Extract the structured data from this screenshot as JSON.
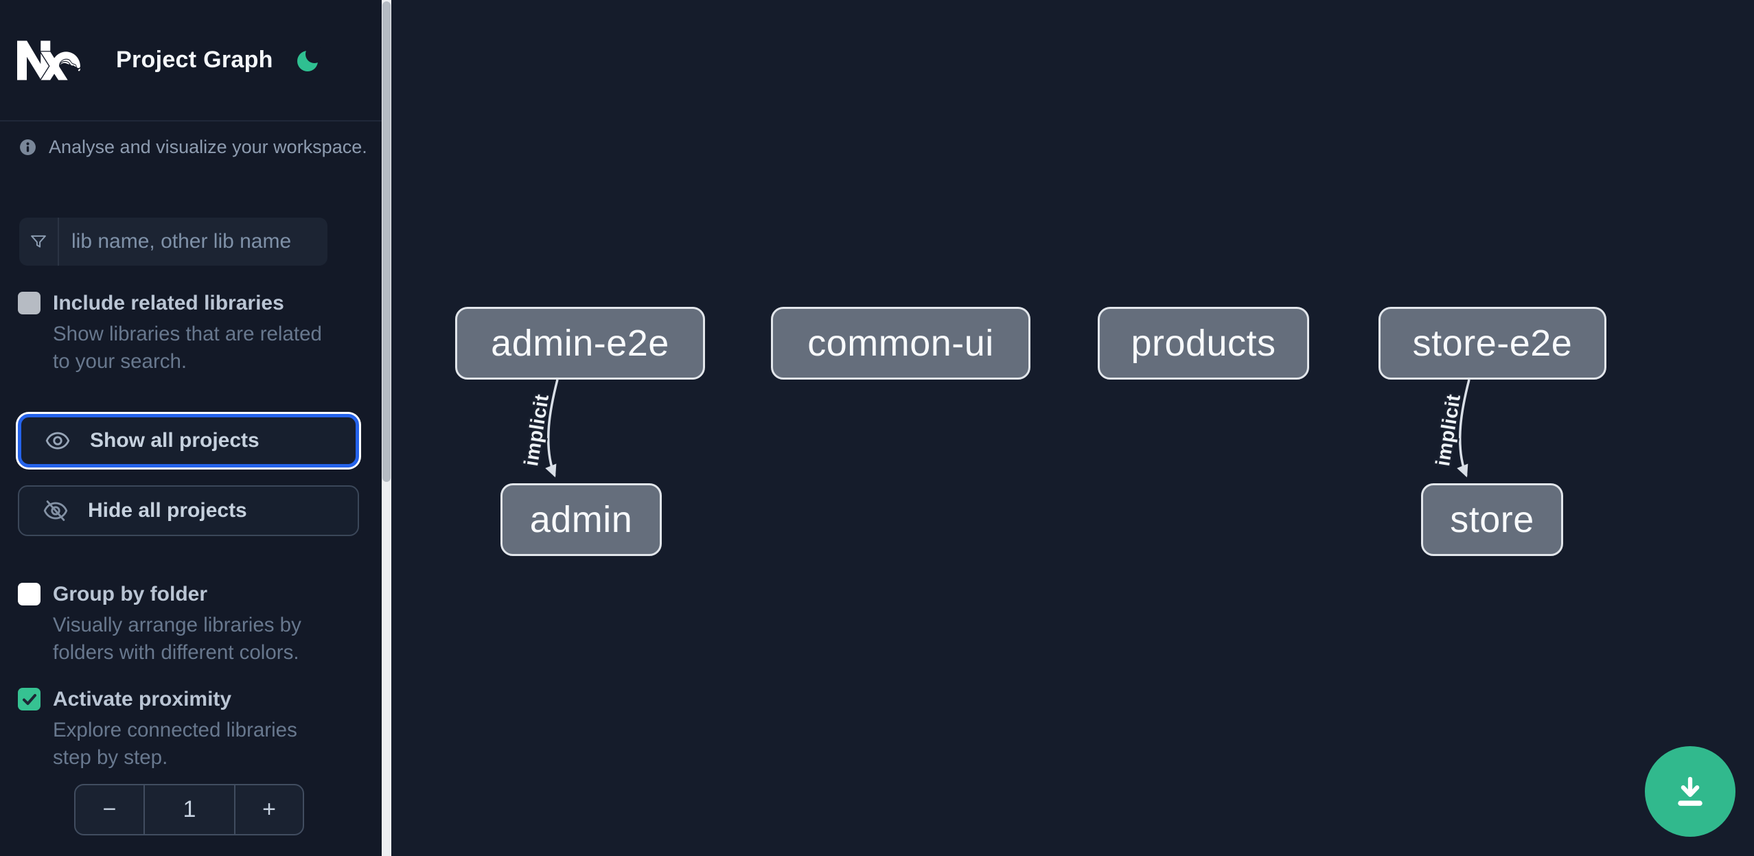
{
  "header": {
    "title": "Project Graph",
    "logo": "nx-logo",
    "theme_toggle": "moon-icon"
  },
  "sidebar": {
    "tagline": "Analyse and visualize your workspace.",
    "search": {
      "placeholder": "lib name, other lib name",
      "value": "",
      "icon": "filter-funnel-icon"
    },
    "include_related": {
      "label": "Include related libraries",
      "description": "Show libraries that are related to your search.",
      "checked": false
    },
    "show_all_label": "Show all projects",
    "hide_all_label": "Hide all projects",
    "group_by_folder": {
      "label": "Group by folder",
      "description": "Visually arrange libraries by folders with different colors.",
      "checked": false
    },
    "activate_proximity": {
      "label": "Activate proximity",
      "description": "Explore connected libraries step by step.",
      "checked": true
    },
    "proximity_stepper": {
      "decrement_label": "−",
      "value": "1",
      "increment_label": "+"
    }
  },
  "graph": {
    "nodes": [
      {
        "label": "admin-e2e"
      },
      {
        "label": "common-ui"
      },
      {
        "label": "products"
      },
      {
        "label": "store-e2e"
      },
      {
        "label": "admin"
      },
      {
        "label": "store"
      }
    ],
    "edges": [
      {
        "source": "admin-e2e",
        "target": "admin",
        "label": "implicit"
      },
      {
        "source": "store-e2e",
        "target": "store",
        "label": "implicit"
      }
    ]
  },
  "fab": {
    "icon": "download-icon"
  },
  "colors": {
    "accent_green": "#31b98d",
    "moon_green": "#2fc091",
    "checkbox_green": "#36c292",
    "focus_blue": "#2563eb",
    "node_fill": "#656e7c",
    "node_border": "#e2e6eb",
    "edge": "#d9dfe7",
    "sidebar_bg": "#131927",
    "canvas_bg": "#151c2b"
  }
}
